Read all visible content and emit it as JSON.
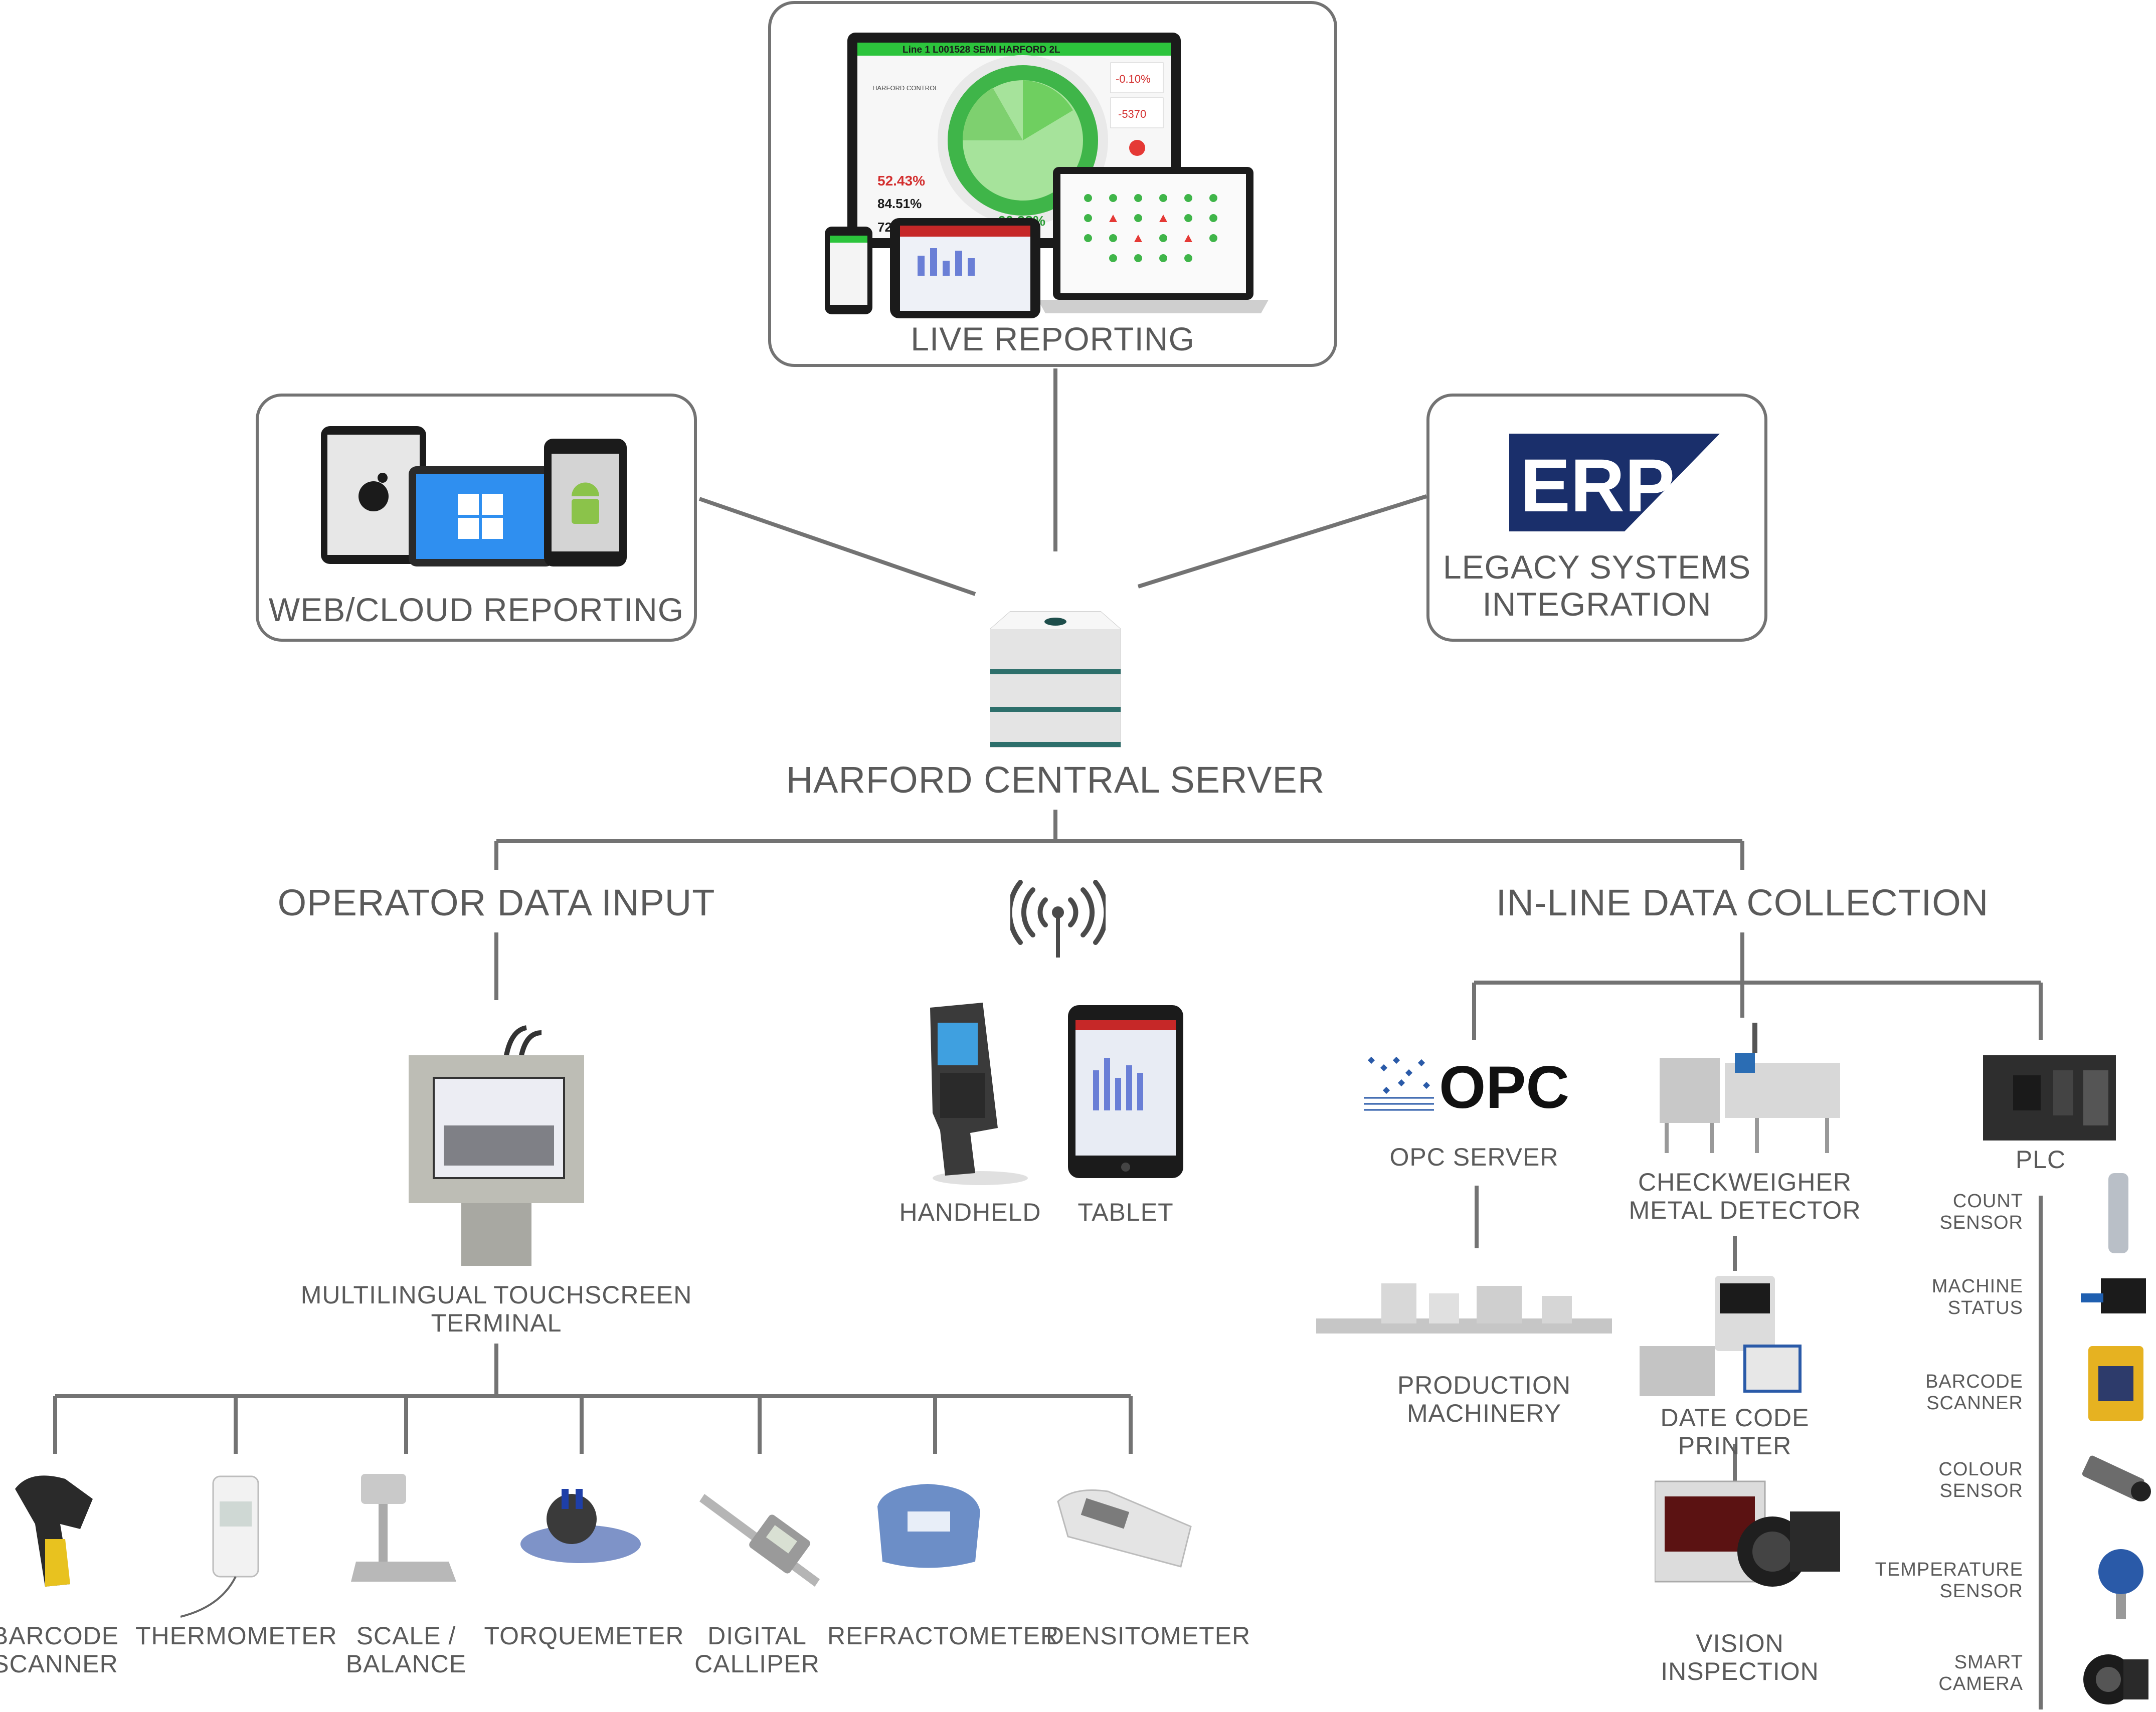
{
  "top_nodes": {
    "live_reporting": "LIVE REPORTING",
    "web_cloud": "WEB/CLOUD REPORTING",
    "legacy": [
      "LEGACY SYSTEMS",
      "INTEGRATION"
    ],
    "erp_logo_text": "ERP"
  },
  "screens": {
    "header": "Line 1  L001528 SEMI HARFORD 2L",
    "brand": "HARFORD CONTROL",
    "oee_week": "52.43%",
    "availability": "84.51%",
    "performance": "72",
    "oee_total": "60.93%",
    "stat1": "-0.10%",
    "stat2": "-5370"
  },
  "server": {
    "label": "HARFORD CENTRAL SERVER"
  },
  "operator": {
    "title": "OPERATOR DATA INPUT",
    "terminal": "MULTILINGUAL TOUCHSCREEN TERMINAL",
    "devices": [
      {
        "lines": [
          "BARCODE",
          "SCANNER"
        ]
      },
      {
        "lines": [
          "THERMOMETER"
        ]
      },
      {
        "lines": [
          "SCALE /",
          "BALANCE"
        ]
      },
      {
        "lines": [
          "TORQUEMETER"
        ]
      },
      {
        "lines": [
          "DIGITAL",
          "CALLIPER"
        ]
      },
      {
        "lines": [
          "REFRACTOMETER"
        ]
      },
      {
        "lines": [
          "DENSITOMETER"
        ]
      }
    ]
  },
  "wireless": {
    "handheld": "HANDHELD",
    "tablet": "TABLET"
  },
  "inline": {
    "title": "IN-LINE DATA COLLECTION",
    "opc_server": "OPC SERVER",
    "opc_logo": "OPC",
    "checkweigher": [
      "CHECKWEIGHER",
      "METAL DETECTOR"
    ],
    "plc": "PLC",
    "production": [
      "PRODUCTION",
      "MACHINERY"
    ],
    "date_code": "DATE CODE PRINTER",
    "vision": "VISION INSPECTION",
    "sensors": [
      {
        "lines": [
          "COUNT",
          "SENSOR"
        ]
      },
      {
        "lines": [
          "MACHINE",
          "STATUS"
        ]
      },
      {
        "lines": [
          "BARCODE",
          "SCANNER"
        ]
      },
      {
        "lines": [
          "COLOUR",
          "SENSOR"
        ]
      },
      {
        "lines": [
          "TEMPERATURE",
          "SENSOR"
        ]
      },
      {
        "lines": [
          "SMART",
          "CAMERA"
        ]
      }
    ]
  },
  "colors": {
    "line": "#737373",
    "erp_blue": "#1a2f6b",
    "accent_green": "#3fb549",
    "accent_red": "#d32f2f"
  }
}
